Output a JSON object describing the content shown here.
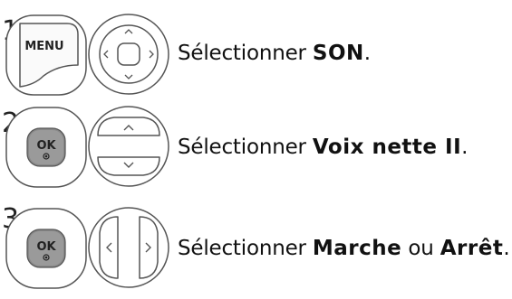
{
  "steps": [
    {
      "number": "1",
      "button_label": "MENU",
      "instruction": {
        "prefix": "Sélectionner ",
        "bold": "SON",
        "suffix": "."
      },
      "nav_pad": "four-way-arrows"
    },
    {
      "number": "2",
      "button_label": "OK",
      "instruction": {
        "prefix": "Sélectionner ",
        "bold": "Voix nette II",
        "suffix": "."
      },
      "nav_pad": "up-down-arrows"
    },
    {
      "number": "3",
      "button_label": "OK",
      "instruction": {
        "prefix": "Sélectionner ",
        "bold": "Marche",
        "middle": " ou ",
        "bold2": "Arrêt",
        "suffix": "."
      },
      "nav_pad": "left-right-arrows"
    }
  ],
  "colors": {
    "stroke": "#555555",
    "key_fill_light": "#fafafa",
    "key_fill_dark": "#888888"
  }
}
